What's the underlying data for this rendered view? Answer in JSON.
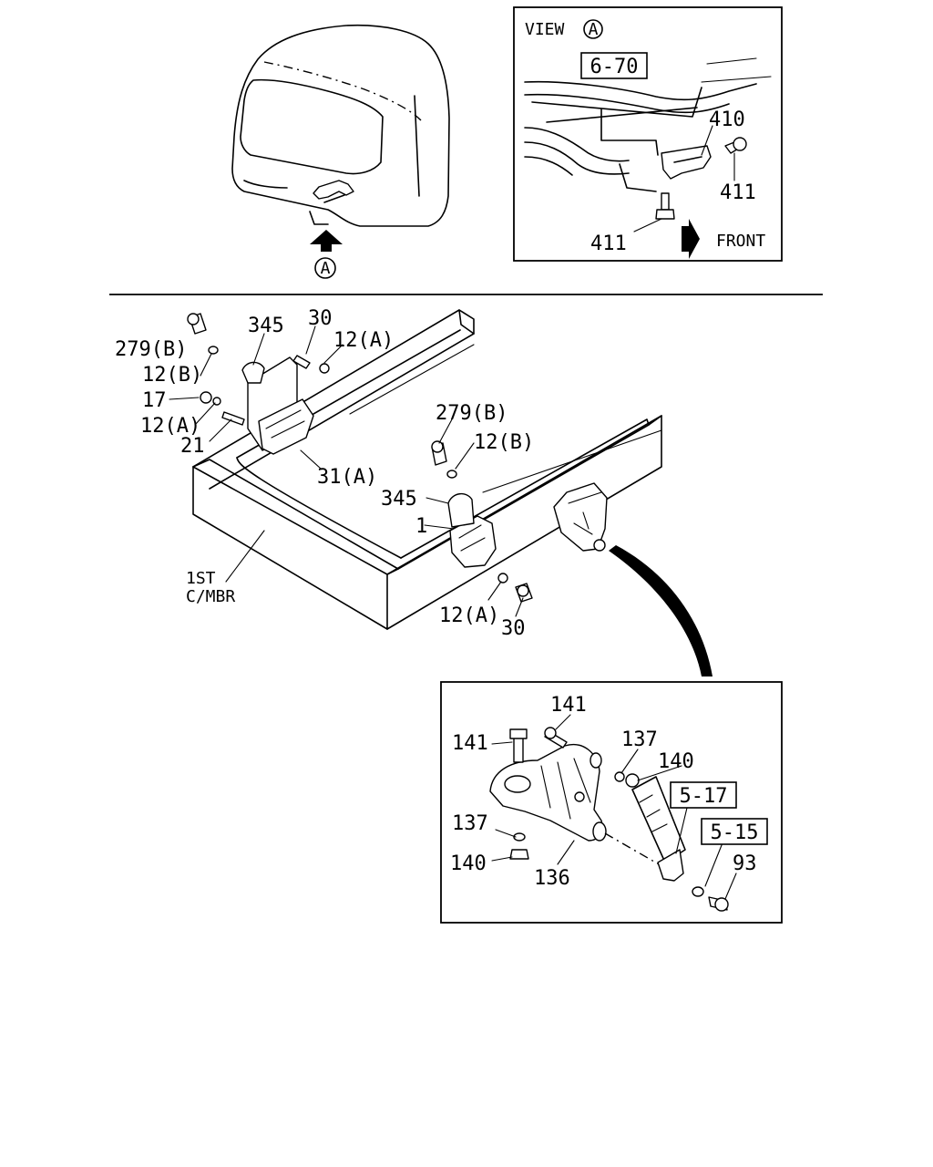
{
  "view_a": {
    "title": "VIEW",
    "marker": "A",
    "ref": "6-70",
    "labels": [
      "410",
      "411",
      "411"
    ],
    "front": "FRONT"
  },
  "cab": {
    "marker": "A"
  },
  "main": {
    "left_mount_labels": [
      "279(B)",
      "12(B)",
      "17",
      "12(A)",
      "21",
      "345",
      "30",
      "12(A)",
      "31(A)"
    ],
    "right_mount_labels": [
      "279(B)",
      "12(B)",
      "345",
      "1",
      "12(A)",
      "30"
    ],
    "crossmember_label": [
      "1ST",
      "C/MBR"
    ]
  },
  "detail": {
    "labels": [
      "141",
      "141",
      "137",
      "140",
      "137",
      "140",
      "136",
      "93"
    ],
    "refs": [
      "5-17",
      "5-15"
    ]
  }
}
